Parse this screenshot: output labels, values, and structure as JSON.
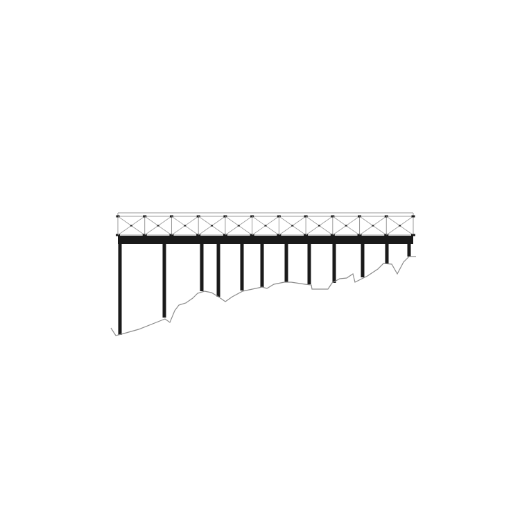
{
  "diagram": {
    "subject": "truss-bridge-elevation",
    "truss_panels": 11,
    "pier_count": 12,
    "colors": {
      "background": "#ffffff",
      "structure": "#1a1a1a",
      "truss_lines": "#9a9a9a",
      "ground_line": "#8a8a8a"
    }
  }
}
